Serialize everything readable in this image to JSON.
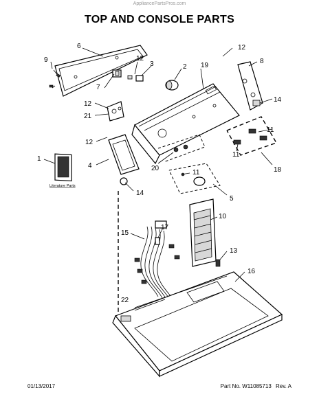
{
  "watermark": "AppliancePartsPros.com",
  "title": "TOP AND CONSOLE PARTS",
  "footer": {
    "date": "01/13/2017",
    "part_no": "Part No. W11085713",
    "rev": "Rev. A"
  },
  "literature_label": "Literature Parts",
  "callouts": {
    "c1": "1",
    "c2": "2",
    "c3": "3",
    "c4": "4",
    "c5": "5",
    "c6": "6",
    "c7": "7",
    "c8": "8",
    "c9": "9",
    "c10": "10",
    "c11a": "11",
    "c11b": "11",
    "c11c": "11",
    "c12a": "12",
    "c12b": "12",
    "c12c": "12",
    "c12d": "12",
    "c13": "13",
    "c14a": "14",
    "c14b": "14",
    "c15": "15",
    "c16": "16",
    "c17": "17",
    "c18": "18",
    "c19": "19",
    "c20": "20",
    "c21": "21",
    "c22": "22"
  }
}
